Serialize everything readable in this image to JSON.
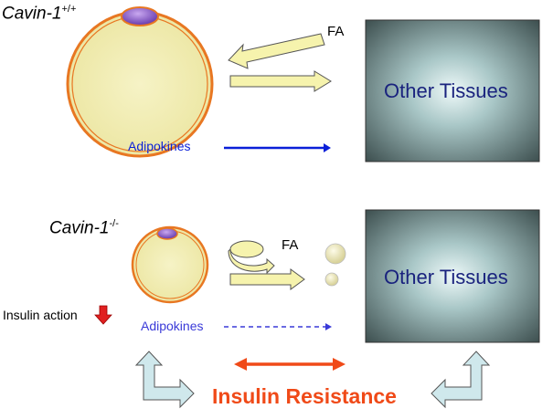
{
  "top": {
    "genotype_base": "Cavin-1",
    "genotype_sup": "+/+",
    "fa_label": "FA",
    "adipokines_label": "Adipokines",
    "tissues_label": "Other Tissues"
  },
  "bottom": {
    "genotype_base": "Cavin-1",
    "genotype_sup": "-/-",
    "fa_label": "FA",
    "adipokines_label": "Adipokines",
    "tissues_label": "Other Tissues",
    "insulin_action_label": "Insulin action"
  },
  "insulin_resistance_label": "Insulin Resistance",
  "colors": {
    "cell_fill": "#f3efb4",
    "cell_border": "#e87722",
    "nucleus": "#9b6fd6",
    "arrow_fill": "#f6f3ad",
    "adipokine_strong": "#0a1fd8",
    "adipokine_weak": "#3a3ad8",
    "tissue_box_center": "#e8f6f6",
    "tissue_box_edge": "#3e5050",
    "insulin_resistance_text": "#f04a18",
    "down_arrow": "#e02020",
    "bracket_arrow": "#cfe8ec"
  }
}
